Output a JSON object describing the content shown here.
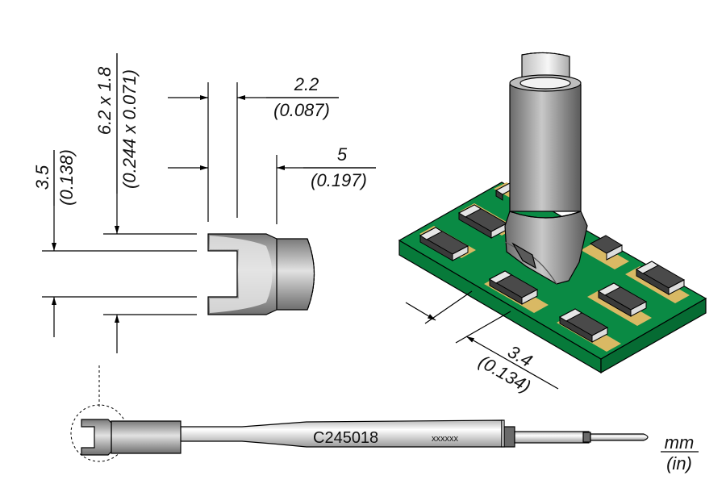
{
  "title": "Soldering cartridge C245018 dimension drawing",
  "dimensions": {
    "slot_width": {
      "mm": "2.2",
      "in": "(0.087)"
    },
    "tip_length": {
      "mm": "5",
      "in": "(0.197)"
    },
    "inner_gap": {
      "mm": "3.5",
      "in": "(0.138)"
    },
    "outer_size": {
      "mm": "6.2 x 1.8",
      "in": "(0.244 x 0.071)"
    },
    "component_width": {
      "mm": "3.4",
      "in": "(0.134)"
    }
  },
  "cartridge": {
    "model": "C245018",
    "serial": "xxxxxx"
  },
  "units": {
    "primary": "mm",
    "secondary": "(in)"
  },
  "colors": {
    "pcb_green": "#0a8a44",
    "pcb_edge": "#077a3a",
    "pad_gold": "#d9b964",
    "component_body": "#4a4a4a",
    "component_cap": "#e6e6e6",
    "tip_metal": "#9a9a9a"
  }
}
